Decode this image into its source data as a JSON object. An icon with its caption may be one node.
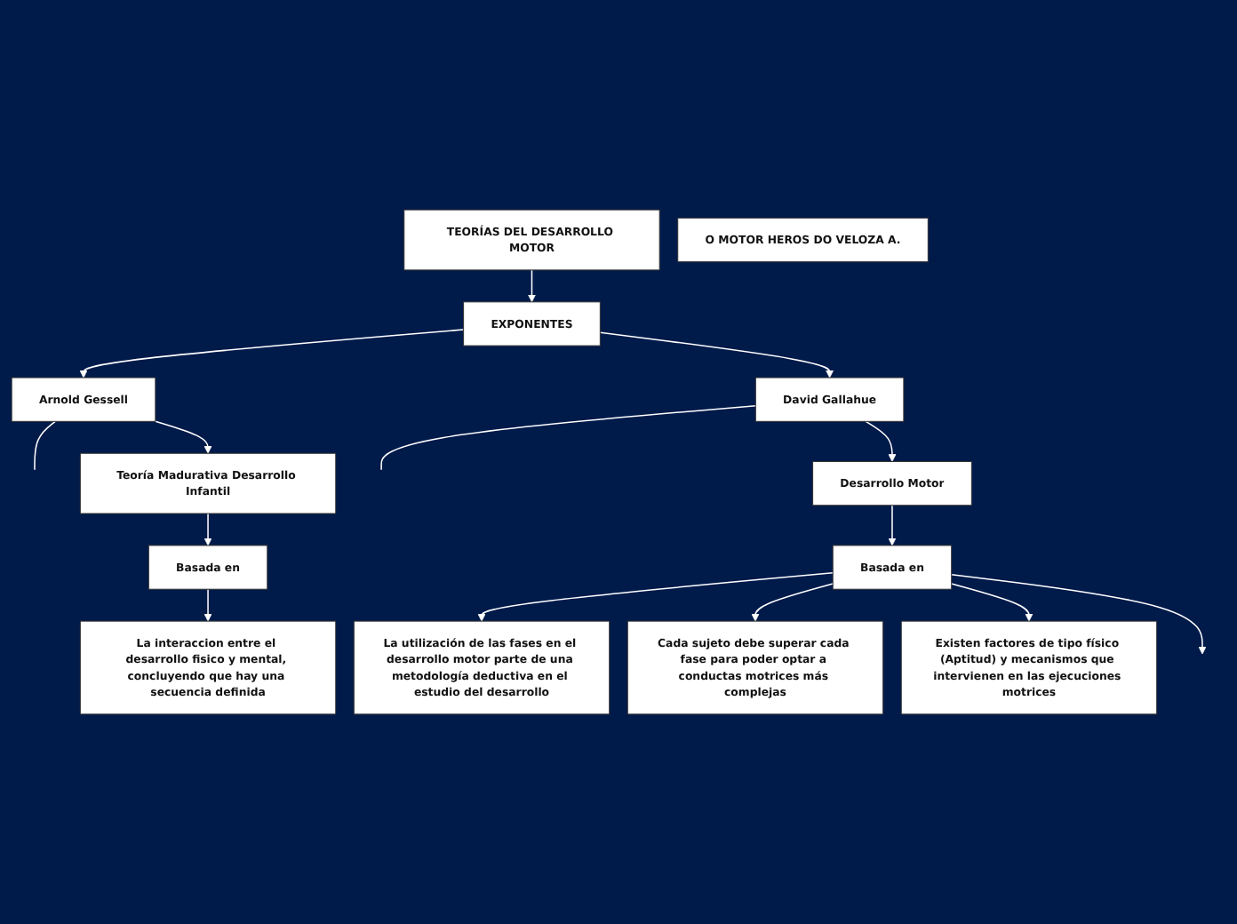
{
  "diagram": {
    "nodes": [
      {
        "text": [
          "TEORÍAS DEL DESARROLLO MOTOR"
        ]
      },
      {
        "text": [
          "O MOTOR HEROS DO VELOZA A."
        ]
      },
      {
        "text": [
          "EXPONENTES"
        ]
      },
      {
        "text": [
          "Arnold Gessell"
        ]
      },
      {
        "text": [
          "David Gallahue"
        ]
      },
      {
        "text": [
          "Teoría Madurativa Desarrollo Infantil"
        ]
      },
      {
        "text": [
          "Desarrollo Motor"
        ]
      },
      {
        "text": [
          "Basada en"
        ]
      },
      {
        "text": [
          "La utilización de las fases en el desarrollo motor parte de una metodología deductiva en el estudio del desarrollo"
        ]
      },
      {
        "text": [
          "Basada en"
        ]
      },
      {
        "text": [
          "La interaccion entre el desarrollo fisico y mental, concluyendo que hay una secuencia definida"
        ]
      },
      {
        "text": [
          "Cada sujeto debe superar cada fase para poder optar a conductas motrices más complejas"
        ]
      },
      {
        "text": [
          "Existen factores de tipo físico (Aptitud) y mecanismos que intervienen en las ejecuciones motrices"
        ]
      }
    ],
    "edges": [
      {
        "from": 0,
        "to": 2,
        "arrow": "to"
      },
      {
        "from": 2,
        "to": 3,
        "arrow": "to"
      },
      {
        "from": 2,
        "to": 4,
        "arrow": "to"
      },
      {
        "from": 3,
        "to": null,
        "arrow": "none"
      },
      {
        "from": 4,
        "to": null,
        "arrow": "none"
      },
      {
        "from": 3,
        "to": 5,
        "arrow": "to"
      },
      {
        "from": 5,
        "to": 9,
        "arrow": "to"
      },
      {
        "from": 9,
        "to": 10,
        "arrow": "to"
      },
      {
        "from": 4,
        "to": 6,
        "arrow": "to"
      },
      {
        "from": 6,
        "to": 7,
        "arrow": "to"
      },
      {
        "from": 7,
        "to": 8,
        "arrow": "to"
      },
      {
        "from": 7,
        "to": 11,
        "arrow": "to"
      },
      {
        "from": 7,
        "to": 12,
        "arrow": "to"
      },
      {
        "from": 7,
        "to": null,
        "arrow": "to"
      }
    ]
  }
}
